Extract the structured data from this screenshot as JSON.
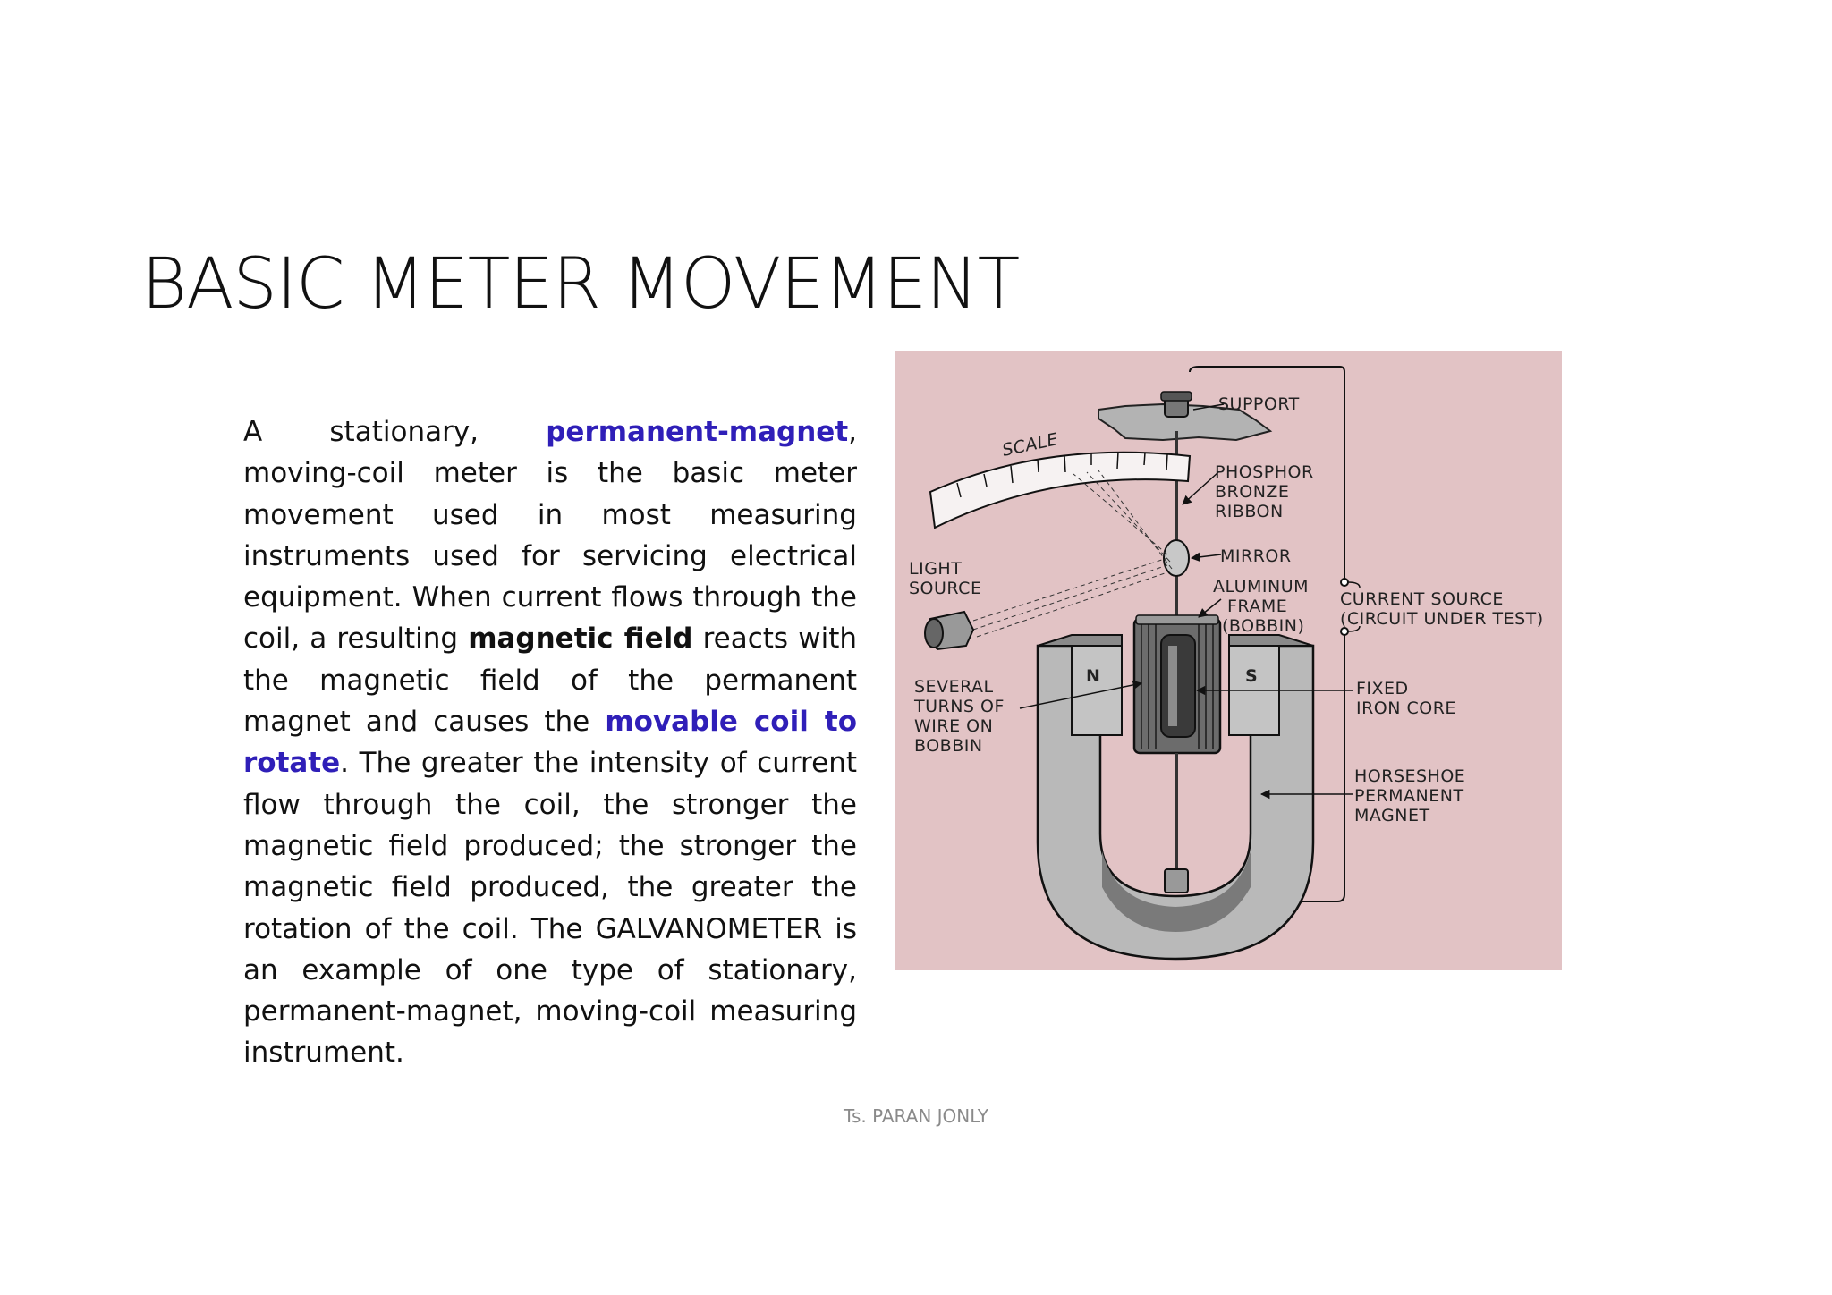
{
  "slide": {
    "title": "BASIC METER MOVEMENT",
    "footer": "Ts. PARAN JONLY"
  },
  "body": {
    "t1": "A stationary, ",
    "h1": "permanent-magnet",
    "t2": ", moving-coil meter is the basic meter movement used in most measuring instruments used for servicing electrical equipment. When current flows through the coil, a resulting ",
    "h2": "magnetic field",
    "t3": " reacts with the magnetic field of the permanent magnet and causes the ",
    "h3": "movable coil to rotate",
    "t4": ". The greater the intensity of current flow through the coil, the stronger the magnetic field produced; the stronger the magnetic field produced, the greater the rotation of the coil. The GALVANOMETER is an example of one type of stationary, permanent-magnet, moving-coil measuring instrument."
  },
  "diagram": {
    "background": "#e2c3c5",
    "labels": {
      "support": "SUPPORT",
      "scale": "SCALE",
      "phosphor_1": "PHOSPHOR",
      "phosphor_2": "BRONZE",
      "phosphor_3": "RIBBON",
      "mirror": "MIRROR",
      "light_1": "LIGHT",
      "light_2": "SOURCE",
      "aluminum_1": "ALUMINUM",
      "aluminum_2": "FRAME",
      "aluminum_3": "(BOBBIN)",
      "current_1": "CURRENT  SOURCE",
      "current_2": "(CIRCUIT  UNDER  TEST)",
      "north": "N",
      "south": "S",
      "several_1": "SEVERAL",
      "several_2": "TURNS  OF",
      "several_3": "WIRE  ON",
      "several_4": "BOBBIN",
      "fixed_1": "FIXED",
      "fixed_2": "IRON  CORE",
      "horseshoe_1": "HORSESHOE",
      "horseshoe_2": "PERMANENT",
      "horseshoe_3": "MAGNET"
    }
  }
}
